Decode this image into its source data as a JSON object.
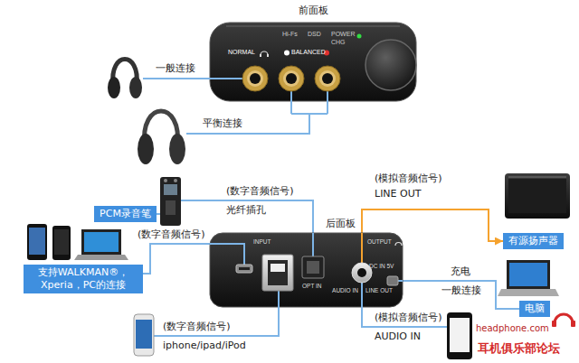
{
  "diagram": {
    "nodes": [
      {
        "text": [
          "前面板"
        ]
      },
      {
        "text": [
          "后面板"
        ]
      },
      {
        "text": [
          "PCM录音笔"
        ]
      },
      {
        "text": [
          "支持WALKMAN®，Xperia，PC的连接"
        ]
      },
      {
        "text": [
          "有源扬声器"
        ]
      },
      {
        "text": [
          "电脑"
        ]
      }
    ],
    "edges": [
      {
        "from": 2,
        "to": 1,
        "arrow": "none",
        "label": "(数字音频信号)"
      },
      {
        "from": 3,
        "to": 1,
        "arrow": "none",
        "label": "(数字音频信号)"
      },
      {
        "from": 1,
        "to": 4,
        "arrow": "to",
        "label": "(模拟音频信号)"
      },
      {
        "from": 5,
        "to": 1,
        "arrow": "none",
        "label": "充电"
      }
    ],
    "labels": [
      "Hi-Fs",
      "DSD",
      "POWER",
      "CHG",
      "NORMAL",
      "BALANCED",
      "一般连接",
      "平衡连接",
      "光纤插孔",
      "(数字音频信号)",
      "iphone/ipad/iPod",
      "INPUT",
      "OUTPUT",
      "OPT IN",
      "AUDIO IN",
      "LINE OUT",
      "DC IN 5V",
      "LINE OUT",
      "一般连接",
      "(模拟音频信号)",
      "AUDIO IN",
      "headphone.com",
      "耳机俱乐部论坛"
    ]
  }
}
